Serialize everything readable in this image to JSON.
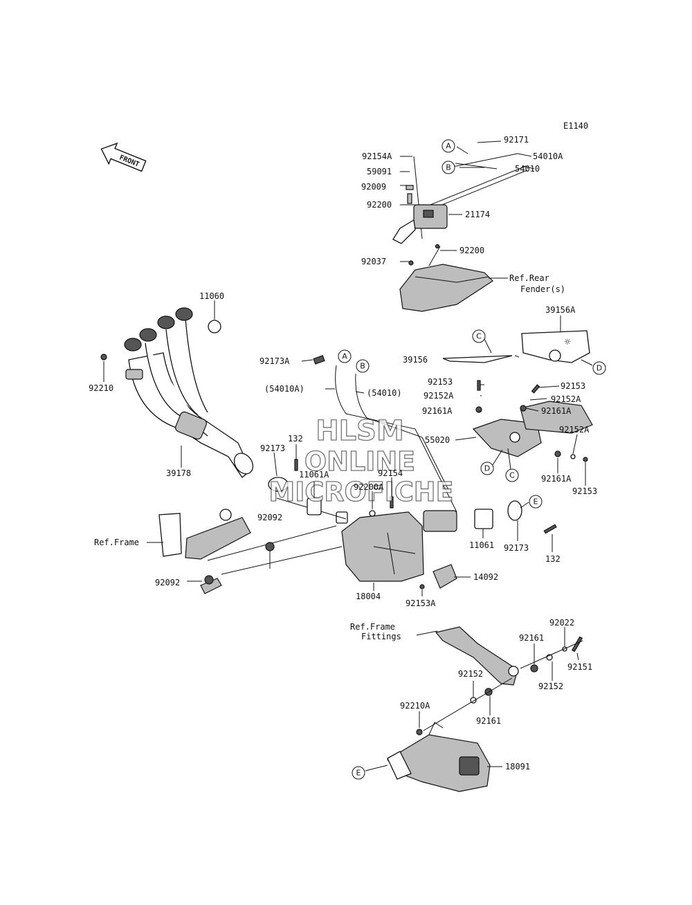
{
  "diagram_id": "E1140",
  "direction_label": "FRONT",
  "watermark": [
    "HLSM",
    "ONLINE",
    "MICROFICHE"
  ],
  "callouts": {
    "A": "A",
    "B": "B",
    "C": "C",
    "D": "D",
    "E": "E"
  },
  "parts": {
    "p92171": "92171",
    "p92154A": "92154A",
    "p54010A": "54010A",
    "p59091": "59091",
    "p54010": "54010",
    "p92009": "92009",
    "p92200a": "92200",
    "p21174": "21174",
    "p92200b": "92200",
    "p92037": "92037",
    "refRear1": "Ref.Rear",
    "refRear2": "Fender(s)",
    "p11060": "11060",
    "p39156A": "39156A",
    "p92173A": "92173A",
    "p39156": "39156",
    "p92210": "92210",
    "p54010Ab": "(54010A)",
    "p54010b": "(54010)",
    "p92153a": "92153",
    "p92152Aa": "92152A",
    "p92161Aa": "92161A",
    "p92153b": "92153",
    "p92152Ab": "92152A",
    "p92161Ab": "92161A",
    "p55020": "55020",
    "p92152Ac": "92152A",
    "p132a": "132",
    "p92173a": "92173",
    "p11061A": "11061A",
    "p92154": "92154",
    "p39178": "39178",
    "p92200A": "92200A",
    "p92161Ac": "92161A",
    "p92153c": "92153",
    "p92092a": "92092",
    "refFrame": "Ref.Frame",
    "p11061": "11061",
    "p92173b": "92173",
    "p132b": "132",
    "p92092b": "92092",
    "p18004": "18004",
    "p14092": "14092",
    "p92153A": "92153A",
    "refFit1": "Ref.Frame",
    "refFit2": "Fittings",
    "p92022": "92022",
    "p92161a": "92161",
    "p92151": "92151",
    "p92152a": "92152",
    "p92152b": "92152",
    "p92161b": "92161",
    "p92210A": "92210A",
    "p18091": "18091"
  }
}
